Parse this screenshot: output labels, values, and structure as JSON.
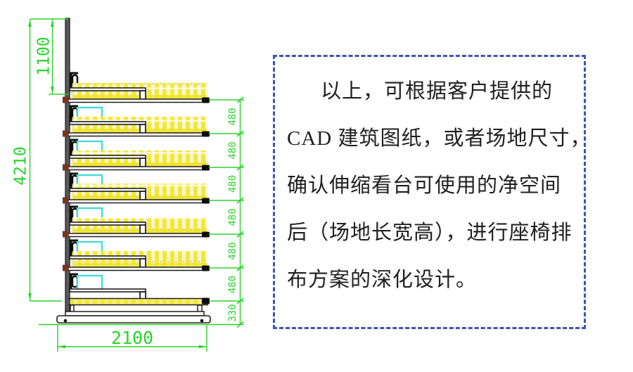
{
  "drawing": {
    "dim_back_height": "1100",
    "dim_total_height": "4210",
    "dim_depth": "2100",
    "right_chain": [
      "480",
      "480",
      "480",
      "480",
      "480",
      "480",
      "330"
    ]
  },
  "note_box": {
    "lines": [
      "以上，可根据客户提供的",
      "CAD 建筑图纸，或者场地尺寸，",
      "确认伸缩看台可使用的净空间",
      "后（场地长宽高），进行座椅排",
      "布方案的深化设计。"
    ]
  },
  "colors": {
    "dimension_green": "#2bd42b",
    "seat_yellow": "#f3e83a",
    "guide_cyan": "#45dcd8",
    "note_border_blue": "#3b56b0"
  }
}
